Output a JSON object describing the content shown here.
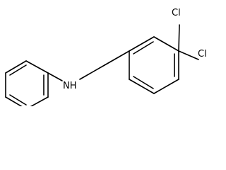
{
  "molecule": {
    "atom_labels": {
      "cl_top": "Cl",
      "cl_right": "Cl",
      "nh": "NH"
    }
  },
  "colors": {
    "bond": "#000000",
    "background": "#ffffff"
  }
}
